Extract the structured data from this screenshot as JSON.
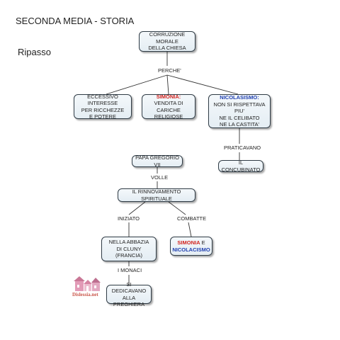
{
  "header": {
    "title": "SECONDA MEDIA - STORIA",
    "subtitle": "Ripasso"
  },
  "nodes": {
    "corruzione": {
      "line1": "CORRUZIONE MORALE",
      "line2": "DELLA CHIESA"
    },
    "interesse": {
      "line1": "ECCESSIVO INTERESSE",
      "line2": "PER RICCHEZZE",
      "line3": "E POTERE"
    },
    "simonia": {
      "head": "SIMONIA:",
      "line1": "VENDITA DI",
      "line2": "CARICHE RELIGIOSE"
    },
    "nicolaismo": {
      "head": "NICOLASISMO:",
      "line1": "NON SI RISPETTAVA PIU'",
      "line2": "NE IL CELIBATO",
      "line3": "NE LA CASTITA'"
    },
    "concubinato": {
      "text": "IL CONCUBINATO"
    },
    "gregorio": {
      "text": "PAPA GREGORIO VII"
    },
    "rinnovamento": {
      "text": "IL RINNOVAMENTO SPIRITUALE"
    },
    "abbazia": {
      "line1": "NELLA ABBAZIA",
      "line2": "DI CLUNY (FRANCIA)"
    },
    "combatte_target": {
      "red": "SIMONIA",
      "mid": " E",
      "blue": "NICOLACISMO"
    },
    "monaci": {
      "line1": "SI DEDICAVANO",
      "line2": "ALLA PREGHIERA"
    }
  },
  "links": {
    "perche": "PERCHE'",
    "praticavano": "PRATICAVANO",
    "volle": "VOLLE",
    "iniziato": "INIZIATO",
    "combatte": "COMBATTE",
    "i_monaci": "I MONACI"
  },
  "watermark": {
    "text": "Dislessia.net"
  },
  "colors": {
    "node_fill": "#e8f0f5",
    "node_border": "#2f3b45",
    "simonia_red": "#d2231e",
    "nicolaismo_blue": "#1f3fb0",
    "connector": "#333333"
  }
}
